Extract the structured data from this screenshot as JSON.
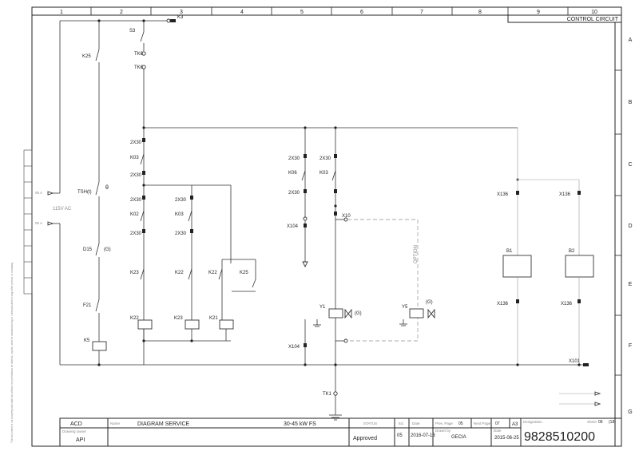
{
  "columns": [
    "1",
    "2",
    "3",
    "4",
    "5",
    "6",
    "7",
    "8",
    "9",
    "10"
  ],
  "rows": [
    "A",
    "B",
    "C",
    "D",
    "E",
    "F",
    "G"
  ],
  "header_title": "CONTROL CIRCUIT",
  "supply_label": "115V AC",
  "components": {
    "K3": "K3",
    "S3": "S3",
    "TK6a": "TK6",
    "TK6b": "TK6",
    "K25a": "K25",
    "TSH": "TSH(t)",
    "theta": "θ",
    "D15": "D15",
    "D15tag": "(G)",
    "F21": "F21",
    "K5": "K5",
    "X30_1": "2X30",
    "X30_2": "2X30",
    "X30_3": "2X30",
    "X30_4": "2X30",
    "X30_5": "2X30",
    "X30_6": "2X30",
    "X30_7": "2X30",
    "X30_8": "2X30",
    "X30_9": "2X30",
    "K03a": "K03",
    "K02a": "K02",
    "K03b": "K03",
    "K23a": "K23",
    "K22a": "K22",
    "K22b": "K22",
    "K25b": "K25",
    "K22c": "K22",
    "K23b": "K23",
    "K21": "K21",
    "K06": "K06",
    "K03c": "K03",
    "X104a": "X104",
    "X104b": "X104",
    "X10": "X10",
    "Y1": "Y1",
    "Y5": "Y5",
    "Y5tag": "(G)",
    "Y1tag": "(G)",
    "OPTION": "OPTION",
    "X136a": "X136",
    "X136b": "X136",
    "X136c": "X136",
    "X136d": "X136",
    "B1": "B1",
    "B2": "B2",
    "X101": "X101",
    "TK1": "TK1"
  },
  "titleblock": {
    "company": "ACD",
    "owner_label": "Drawing owner",
    "owner": "API",
    "name_label": "Name",
    "name": "DIAGRAM SERVICE",
    "model": "30-45 kW FS",
    "status_label": "STATUS",
    "status": "Approved",
    "ed_label": "Ed.",
    "ed": "05",
    "date_label": "Date",
    "date": "2016-07-13",
    "prev_label": "Prev. Page",
    "prev": "05",
    "next_label": "Next Page",
    "next": "07",
    "size": "A3",
    "drawn_label": "Drawn by",
    "drawn": "GECIA",
    "date2_label": "Date",
    "date2": "2015-06-25",
    "designation_label": "Designation",
    "sheet_label": "Sheet",
    "sheet": "06",
    "sheets": "(18)",
    "number": "9828510200"
  },
  "side_note": "This document is our property and shall not without our permission be altered, copied, used for manufacturing or communicated to any other person or company."
}
